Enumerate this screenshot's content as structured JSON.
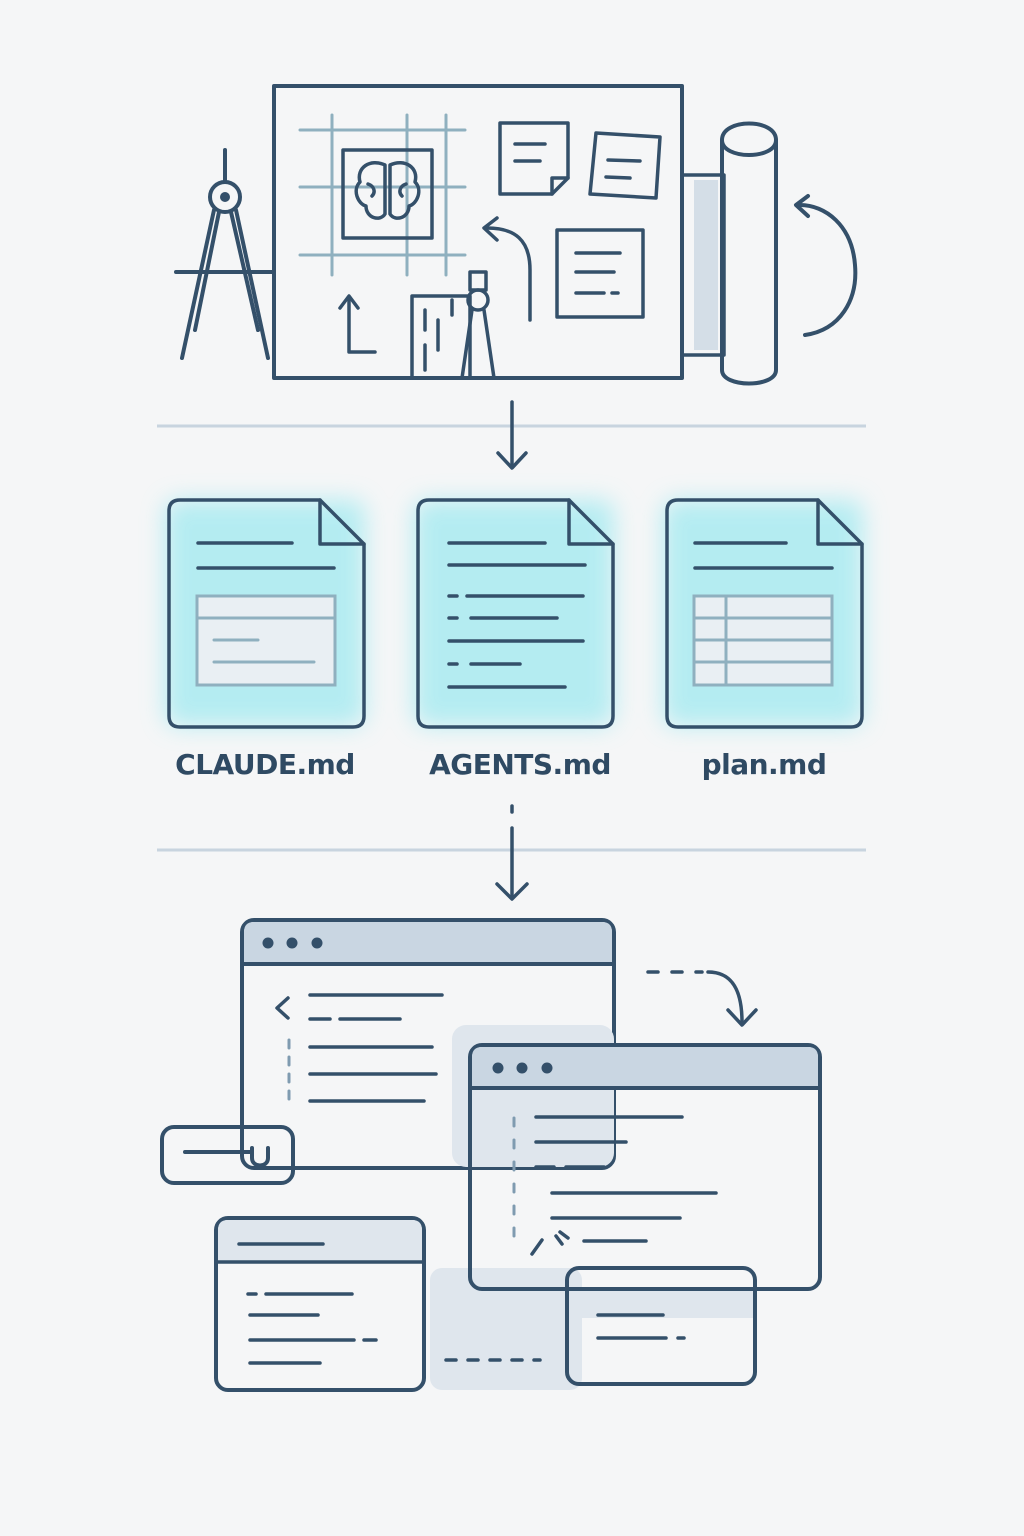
{
  "documents": {
    "claude_label": "CLAUDE.md",
    "agents_label": "AGENTS.md",
    "plan_label": "plan.md"
  },
  "icons": [
    "blueprint-board-icon",
    "compass-icon",
    "brain-scan-icon",
    "sticky-note-icon",
    "paper-roll-icon",
    "document-icon",
    "browser-window-icon",
    "toggle-key-icon",
    "flow-arrow-icon"
  ],
  "colors": {
    "background": "#f5f6f7",
    "line": "#34506a",
    "accent_light": "#8fb0bf",
    "panel_fill": "#c9d6e2",
    "glow": "#8ee6ef",
    "divider": "#c8d4df"
  }
}
